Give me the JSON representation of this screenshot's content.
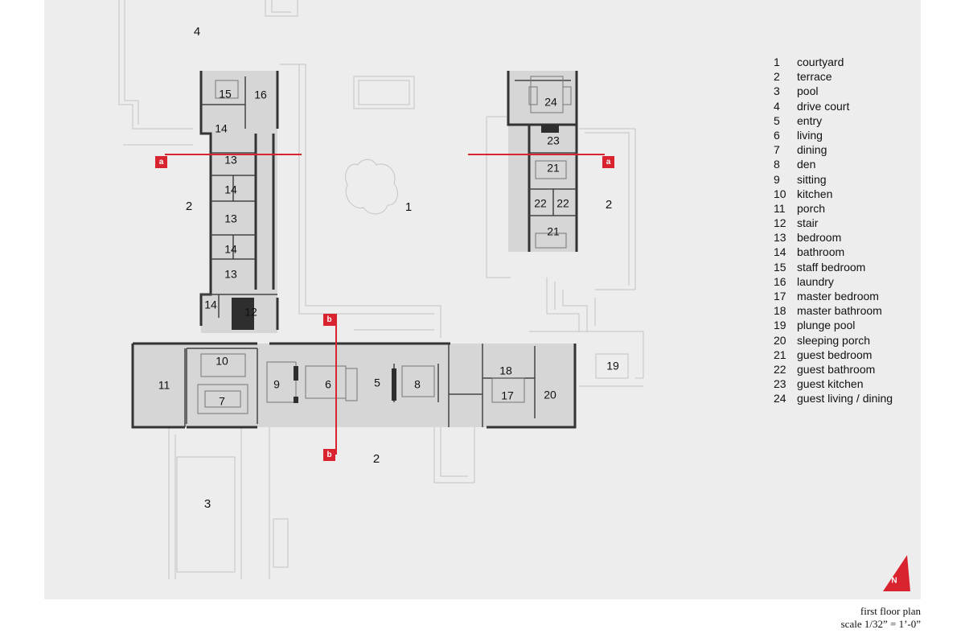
{
  "legend": [
    {
      "num": "1",
      "label": "courtyard"
    },
    {
      "num": "2",
      "label": "terrace"
    },
    {
      "num": "3",
      "label": "pool"
    },
    {
      "num": "4",
      "label": "drive court"
    },
    {
      "num": "5",
      "label": "entry"
    },
    {
      "num": "6",
      "label": "living"
    },
    {
      "num": "7",
      "label": "dining"
    },
    {
      "num": "8",
      "label": "den"
    },
    {
      "num": "9",
      "label": "sitting"
    },
    {
      "num": "10",
      "label": "kitchen"
    },
    {
      "num": "11",
      "label": "porch"
    },
    {
      "num": "12",
      "label": "stair"
    },
    {
      "num": "13",
      "label": "bedroom"
    },
    {
      "num": "14",
      "label": "bathroom"
    },
    {
      "num": "15",
      "label": "staff bedroom"
    },
    {
      "num": "16",
      "label": "laundry"
    },
    {
      "num": "17",
      "label": "master bedroom"
    },
    {
      "num": "18",
      "label": "master bathroom"
    },
    {
      "num": "19",
      "label": "plunge pool"
    },
    {
      "num": "20",
      "label": "sleeping porch"
    },
    {
      "num": "21",
      "label": "guest bedroom"
    },
    {
      "num": "22",
      "label": "guest bathroom"
    },
    {
      "num": "23",
      "label": "guest kitchen"
    },
    {
      "num": "24",
      "label": "guest living / dining"
    }
  ],
  "plan_labels": {
    "drive_court": "4",
    "staff_bedroom": "15",
    "laundry": "16",
    "bath_a": "14",
    "bed_a": "13",
    "bath_b": "14",
    "bed_b": "13",
    "bath_c": "14",
    "bed_c": "13",
    "bath_d": "14",
    "stair": "12",
    "terrace_west": "2",
    "courtyard": "1",
    "guest_living": "24",
    "guest_kitchen": "23",
    "guest_bed_a": "21",
    "guest_bath_a": "22",
    "guest_bath_b": "22",
    "guest_bed_b": "21",
    "terrace_east": "2",
    "kitchen": "10",
    "porch": "11",
    "dining": "7",
    "sitting": "9",
    "living": "6",
    "entry": "5",
    "den": "8",
    "master_bath": "18",
    "master_bed": "17",
    "sleeping_porch": "20",
    "plunge_pool": "19",
    "terrace_south": "2",
    "pool": "3"
  },
  "section_markers": {
    "a": "a",
    "b": "b"
  },
  "north_arrow": "N",
  "caption": {
    "title": "first floor plan",
    "scale": "scale 1/32” = 1’-0”"
  },
  "colors": {
    "section_red": "#d9232e",
    "wall": "#333333",
    "floor_fill": "#d8d8d8",
    "background": "#ededed",
    "site_line": "#bdbdbd"
  }
}
